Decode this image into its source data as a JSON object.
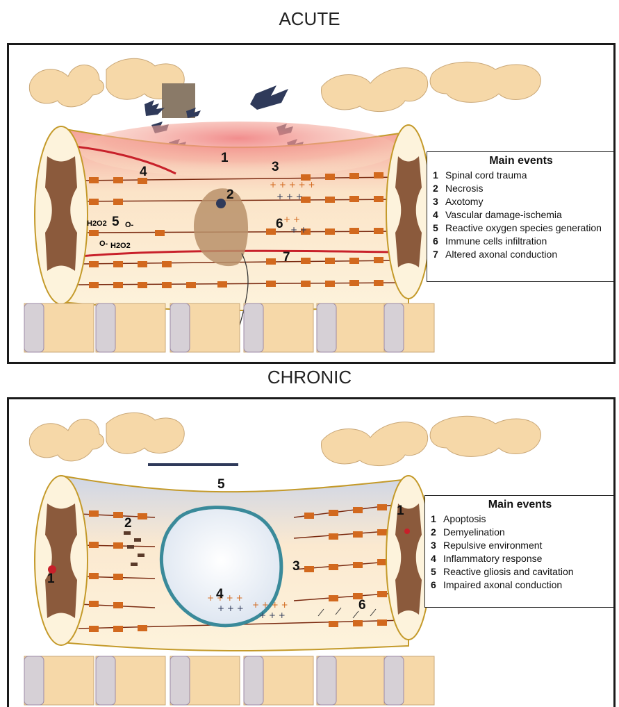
{
  "acute": {
    "heading": "ACUTE",
    "legend_title": "Main events",
    "events": [
      {
        "num": "1",
        "text": "Spinal cord trauma"
      },
      {
        "num": "2",
        "text": "Necrosis"
      },
      {
        "num": "3",
        "text": "Axotomy"
      },
      {
        "num": "4",
        "text": "Vascular damage-ischemia"
      },
      {
        "num": "5",
        "text": "Reactive oxygen species generation"
      },
      {
        "num": "6",
        "text": "Immune cells infiltration"
      },
      {
        "num": "7",
        "text": "Altered axonal conduction"
      }
    ],
    "markers": [
      "1",
      "2",
      "3",
      "4",
      "5",
      "6",
      "7"
    ],
    "ros_labels": [
      "H2O2",
      "O-",
      "H2O2",
      "O-"
    ]
  },
  "chronic": {
    "heading": "CHRONIC",
    "legend_title": "Main events",
    "events": [
      {
        "num": "1",
        "text": "Apoptosis"
      },
      {
        "num": "2",
        "text": "Demyelination"
      },
      {
        "num": "3",
        "text": "Repulsive environment"
      },
      {
        "num": "4",
        "text": "Inflammatory response"
      },
      {
        "num": "5",
        "text": "Reactive gliosis and cavitation"
      },
      {
        "num": "6",
        "text": "Impaired axonal conduction"
      }
    ],
    "markers": [
      "1",
      "1",
      "2",
      "3",
      "4",
      "5",
      "6"
    ]
  },
  "colors": {
    "bone": "#f6d8a8",
    "bone_outline": "#c9a777",
    "myelin": "#d2691e",
    "axon": "#7a2a10",
    "grey_matter": "#8b5a3c",
    "inflammation": "#f28080",
    "immune_dark": "#2f3a5a"
  }
}
